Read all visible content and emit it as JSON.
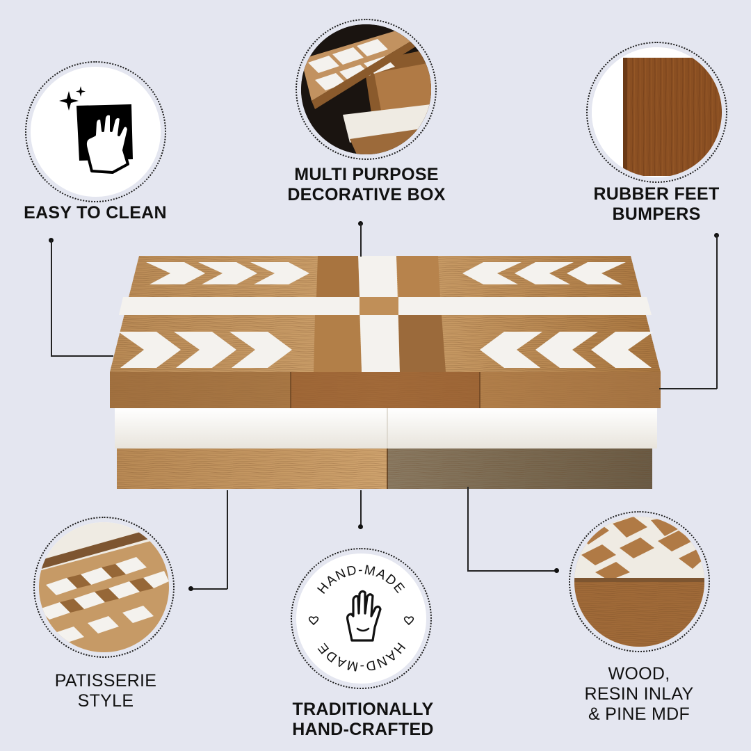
{
  "features": {
    "easy_clean": {
      "lines": [
        "EASY TO CLEAN"
      ],
      "icon": "cleaning-cloth-icon"
    },
    "multi_purpose": {
      "lines": [
        "MULTI PURPOSE",
        "DECORATIVE BOX"
      ]
    },
    "rubber_feet": {
      "lines": [
        "RUBBER FEET",
        "BUMPERS"
      ]
    },
    "patisserie": {
      "lines": [
        "PATISSERIE",
        "STYLE"
      ]
    },
    "hand_crafted": {
      "lines": [
        "TRADITIONALLY",
        "HAND-CRAFTED"
      ],
      "icon": "hand-made-icon"
    },
    "materials": {
      "lines": [
        "WOOD,",
        "RESIN INLAY",
        "& PINE MDF"
      ]
    }
  },
  "handmade_badge": {
    "top_text": "HAND-MADE",
    "bottom_text": "HAND-MADE"
  },
  "colors": {
    "background": "#e4e6f0",
    "wood_light": "#c69a66",
    "wood_mid": "#a8743f",
    "wood_dark": "#7d5530",
    "resin": "#f3f1ec",
    "ink": "#111111"
  }
}
